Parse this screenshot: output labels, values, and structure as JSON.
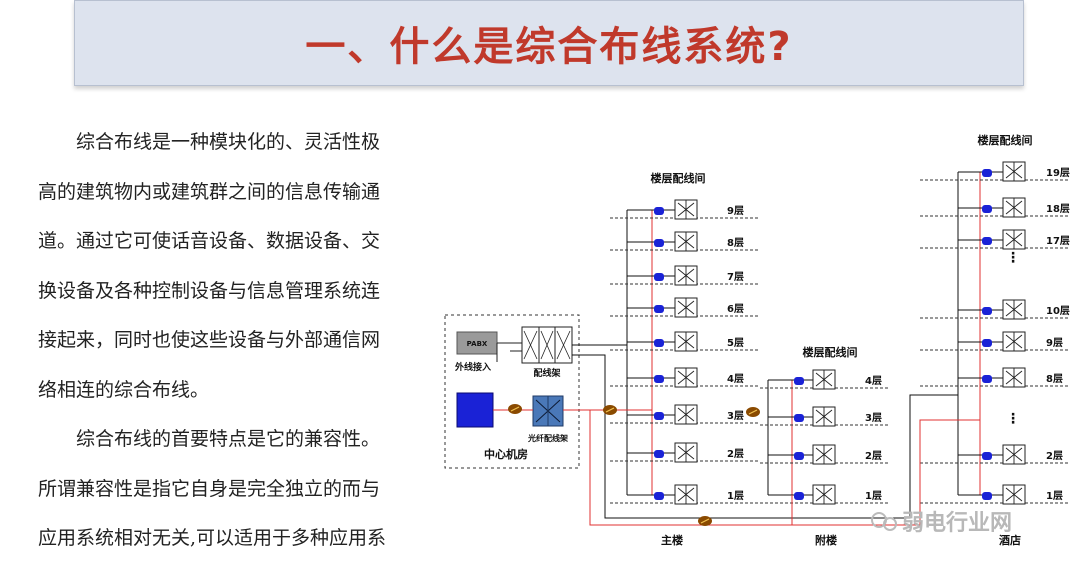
{
  "title": "一、什么是综合布线系统?",
  "paragraphs": [
    [
      "综合布线是一种模块化的、灵活性极",
      "高的建筑物内或建筑群之间的信息传输通",
      "道。通过它可使话音设备、数据设备、交",
      "换设备及各种控制设备与信息管理系统连",
      "接起来，同时也使这些设备与外部通信网",
      "络相连的综合布线。"
    ],
    [
      "综合布线的首要特点是它的兼容性。",
      "所谓兼容性是指它自身是完全独立的而与",
      "应用系统相对无关,可以适用于多种应用系"
    ]
  ],
  "diagram": {
    "center_room": {
      "label": "中心机房",
      "pabx_label": "PABX",
      "external_label": "外线接入",
      "patch_panel_label": "配线架",
      "fiber_panel_label": "光纤配线架"
    },
    "floor_closet_label": "楼层配线间",
    "main_building": {
      "label": "主楼",
      "floors": [
        "9层",
        "8层",
        "7层",
        "6层",
        "5层",
        "4层",
        "3层",
        "2层",
        "1层"
      ]
    },
    "annex": {
      "label": "附楼",
      "floors": [
        "4层",
        "3层",
        "2层",
        "1层"
      ]
    },
    "hotel": {
      "label": "酒店",
      "floors": [
        "19层",
        "18层",
        "17层",
        "10层",
        "9层",
        "8层",
        "2层",
        "1层"
      ]
    },
    "ellipsis": "⋮",
    "colors": {
      "copper": "#111111",
      "fiber": "#e03030",
      "outlet": "#1a22d6",
      "splice": "#8a4a00"
    }
  },
  "watermark": "弱电行业网"
}
